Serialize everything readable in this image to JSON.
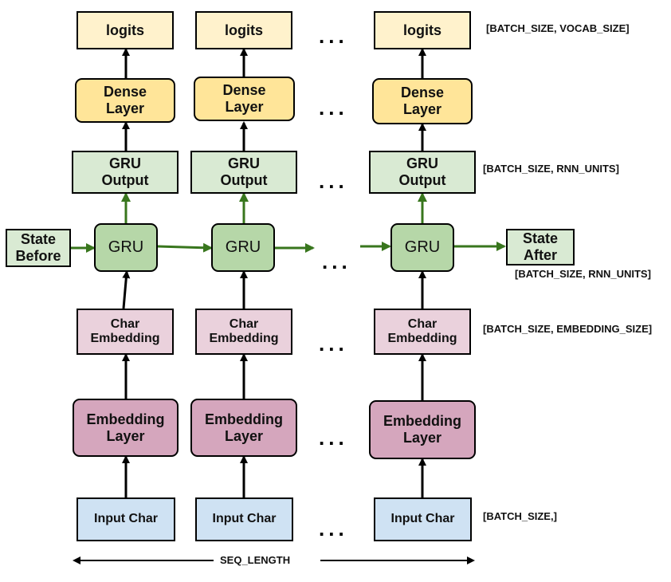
{
  "columns": [
    {
      "logits": "logits",
      "dense": [
        "Dense",
        "Layer"
      ],
      "gru_output": [
        "GRU",
        "Output"
      ],
      "gru": "GRU",
      "char_embedding": [
        "Char",
        "Embedding"
      ],
      "embedding_layer": [
        "Embedding",
        "Layer"
      ],
      "input": "Input Char"
    },
    {
      "logits": "logits",
      "dense": [
        "Dense",
        "Layer"
      ],
      "gru_output": [
        "GRU",
        "Output"
      ],
      "gru": "GRU",
      "char_embedding": [
        "Char",
        "Embedding"
      ],
      "embedding_layer": [
        "Embedding",
        "Layer"
      ],
      "input": "Input Char"
    },
    {
      "logits": "logits",
      "dense": [
        "Dense",
        "Layer"
      ],
      "gru_output": [
        "GRU",
        "Output"
      ],
      "gru": "GRU",
      "char_embedding": [
        "Char",
        "Embedding"
      ],
      "embedding_layer": [
        "Embedding",
        "Layer"
      ],
      "input": "Input Char"
    }
  ],
  "state_before": [
    "State",
    "Before"
  ],
  "state_after": [
    "State",
    "After"
  ],
  "ellipsis": "...",
  "shapes": {
    "logits": "[BATCH_SIZE, VOCAB_SIZE]",
    "gru_output": "[BATCH_SIZE, RNN_UNITS]",
    "state": "[BATCH_SIZE, RNN_UNITS]",
    "char_embedding": "[BATCH_SIZE, EMBEDDING_SIZE]",
    "input": "[BATCH_SIZE,]"
  },
  "seq_length": "SEQ_LENGTH",
  "colors": {
    "logits": "#fff2cc",
    "dense": "#ffe599",
    "gru_output": "#d9ead3",
    "gru": "#b6d7a8",
    "char_embedding": "#ead1dc",
    "embedding_layer": "#d5a6bd",
    "input": "#cfe2f3",
    "state_arrow": "#38761d"
  }
}
